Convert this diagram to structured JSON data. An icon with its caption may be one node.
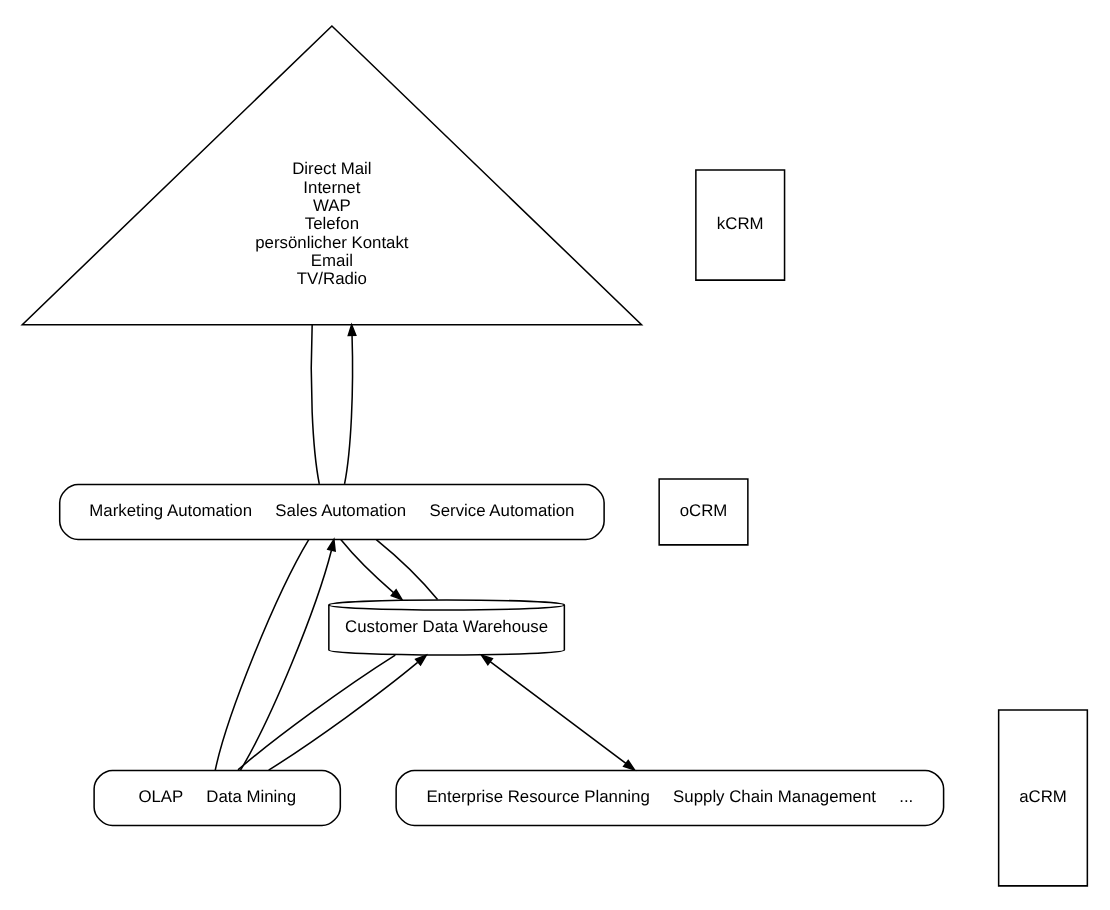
{
  "diagram": {
    "nodes": [
      {
        "text": [
          "Direct Mail",
          "Internet",
          "WAP",
          "Telefon",
          "persönlicher Kontakt",
          "Email",
          "TV/Radio"
        ]
      },
      {
        "text": [
          "Marketing Automation",
          "Sales Automation",
          "Service Automation"
        ]
      },
      {
        "text": [
          "OLAP",
          "Data Mining"
        ]
      },
      {
        "text": [
          "Customer Data Warehouse"
        ]
      },
      {
        "text": [
          "Enterprise Resource Planning",
          "Supply Chain Management",
          "..."
        ]
      },
      {
        "text": [
          "kCRM"
        ]
      },
      {
        "text": [
          "oCRM"
        ]
      },
      {
        "text": [
          "aCRM"
        ]
      }
    ],
    "edges": [
      {
        "from": 0,
        "to": 1,
        "arrow": "none"
      },
      {
        "from": 1,
        "to": 0,
        "arrow": "to"
      },
      {
        "from": 1,
        "to": 3,
        "arrow": "to"
      },
      {
        "from": 1,
        "to": 2,
        "arrow": "none"
      },
      {
        "from": 2,
        "to": 1,
        "arrow": "to"
      },
      {
        "from": 1,
        "to": 3,
        "arrow": "none"
      },
      {
        "from": 2,
        "to": 3,
        "arrow": "to"
      },
      {
        "from": 3,
        "to": 2,
        "arrow": "none"
      },
      {
        "from": 3,
        "to": 4,
        "arrow": "both"
      }
    ]
  }
}
